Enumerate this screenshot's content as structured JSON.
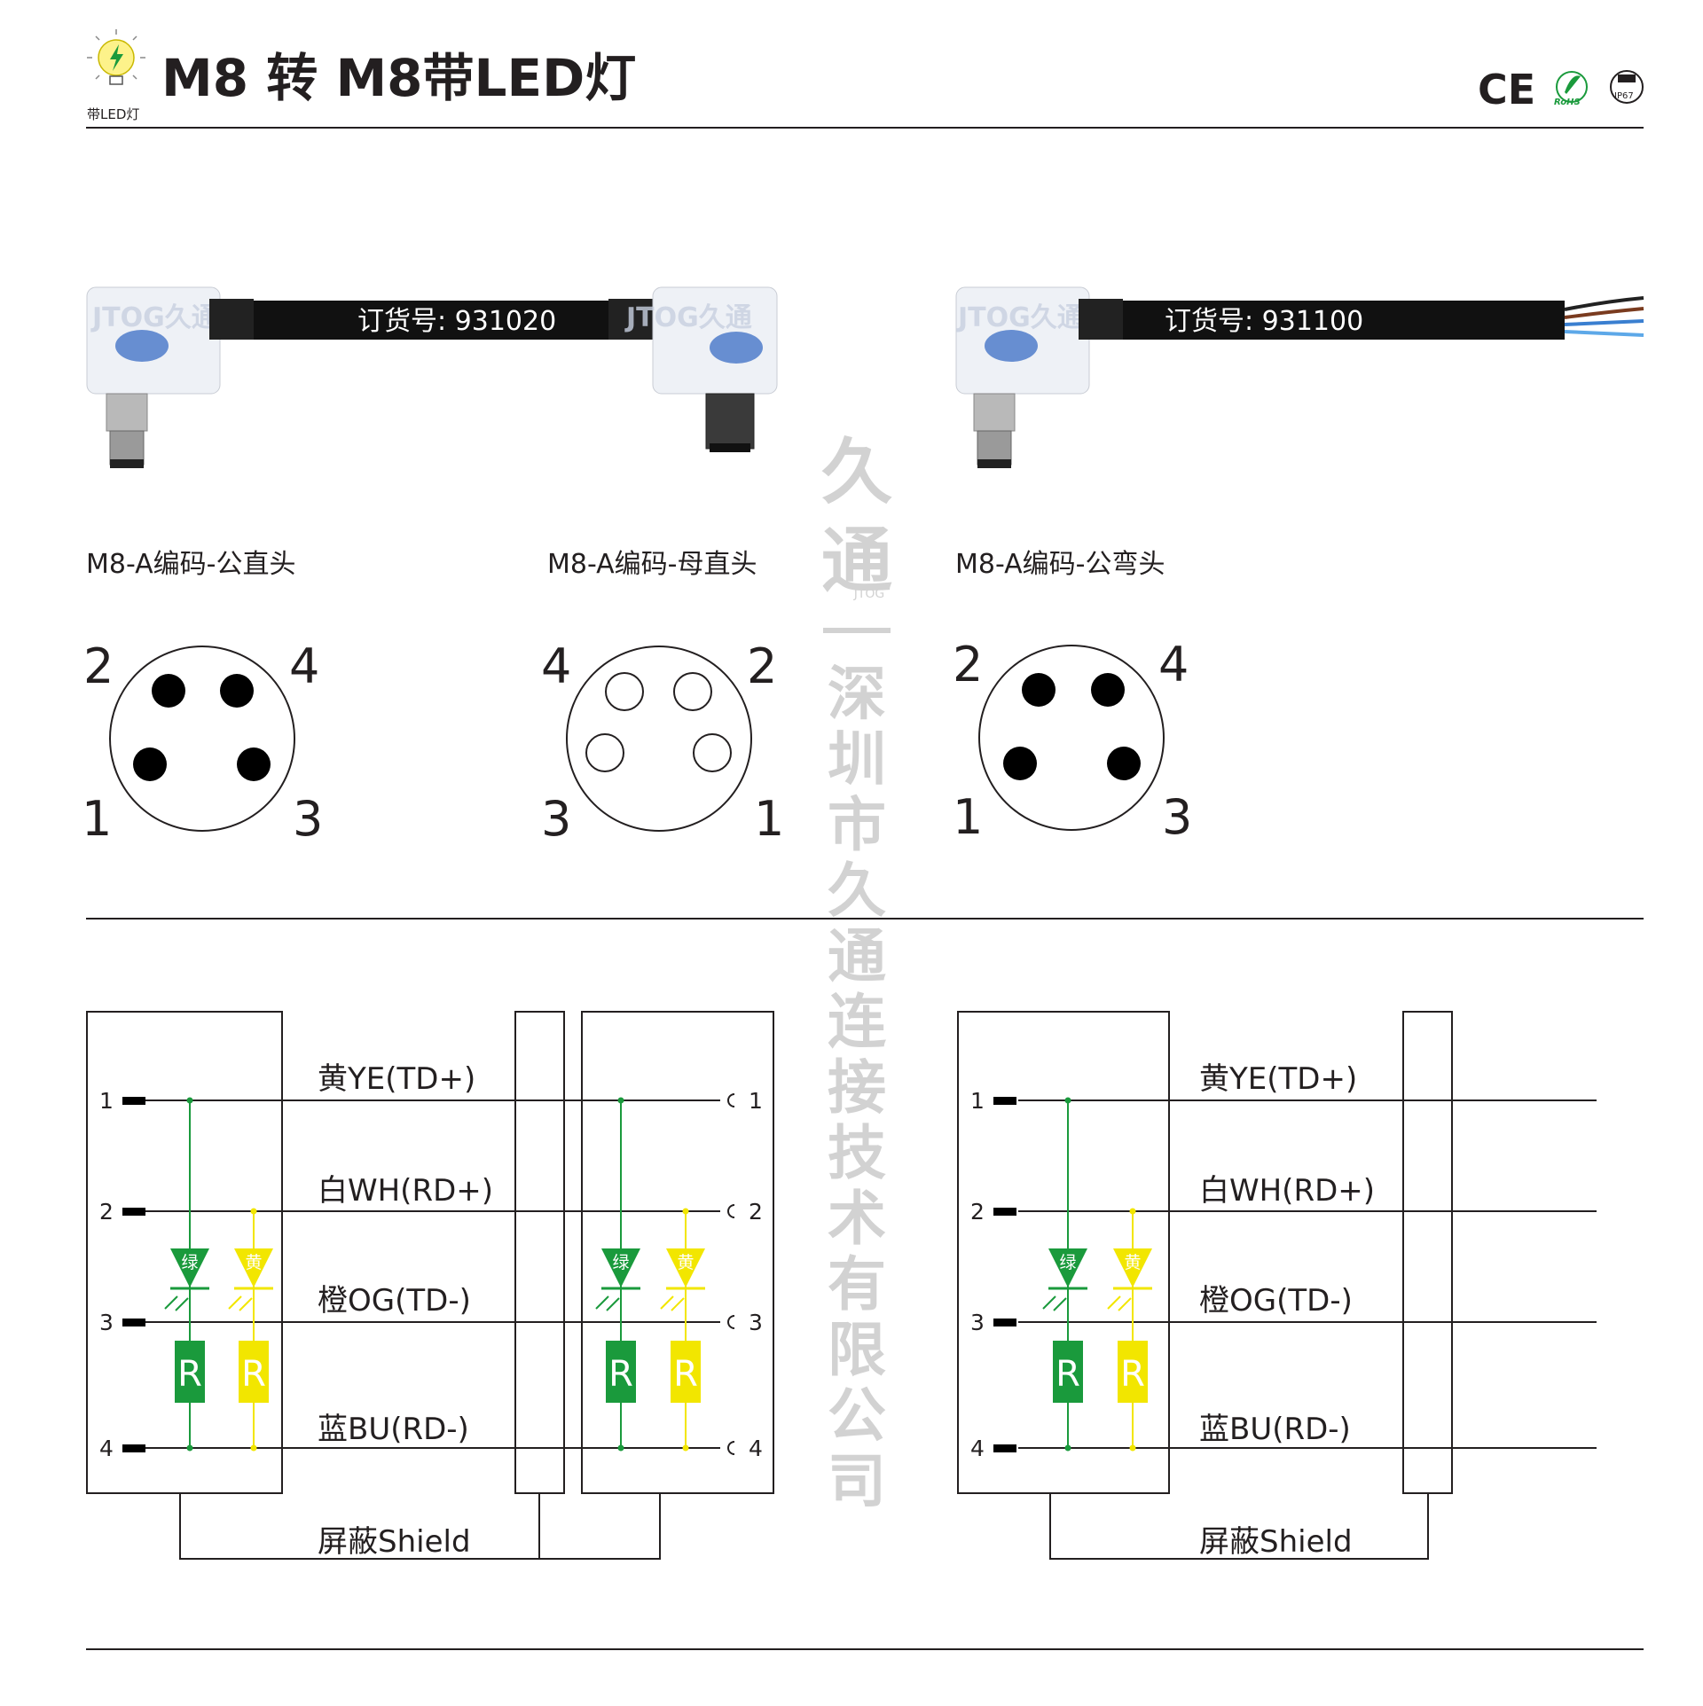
{
  "header": {
    "badge_caption": "带LED灯",
    "title": "M8 转 M8带LED灯",
    "certs": {
      "ce": "CE",
      "rohs": "RoHS",
      "ip": "IP67"
    }
  },
  "watermark": {
    "brand": "久通",
    "brand_en": "JTOG",
    "company": [
      "深",
      "圳",
      "市",
      "久",
      "通",
      "连",
      "接",
      "技",
      "术",
      "有",
      "限",
      "公",
      "司"
    ]
  },
  "cables": [
    {
      "order_label": "订货号: 931020",
      "logo": "JTOG久通"
    },
    {
      "order_label": "订货号: 931100",
      "logo": "JTOG久通"
    }
  ],
  "connectors": [
    {
      "label": "M8-A编码-公直头",
      "pins": [
        "2",
        "4",
        "1",
        "3"
      ]
    },
    {
      "label": "M8-A编码-母直头",
      "pins": [
        "4",
        "2",
        "3",
        "1"
      ]
    },
    {
      "label": "M8-A编码-公弯头",
      "pins": [
        "2",
        "4",
        "1",
        "3"
      ]
    }
  ],
  "wiring": {
    "pin_numbers": [
      "1",
      "2",
      "3",
      "4"
    ],
    "wires": [
      "黄YE(TD+)",
      "白WH(RD+)",
      "橙OG(TD-)",
      "蓝BU(RD-)"
    ],
    "shield": "屏蔽Shield",
    "led_green": "绿",
    "led_yellow": "黄",
    "resistor": "R"
  },
  "colors": {
    "green": "#1a9a3c",
    "yellow": "#f2e600",
    "line": "#231f20",
    "watermark": "#d2d2d2"
  }
}
